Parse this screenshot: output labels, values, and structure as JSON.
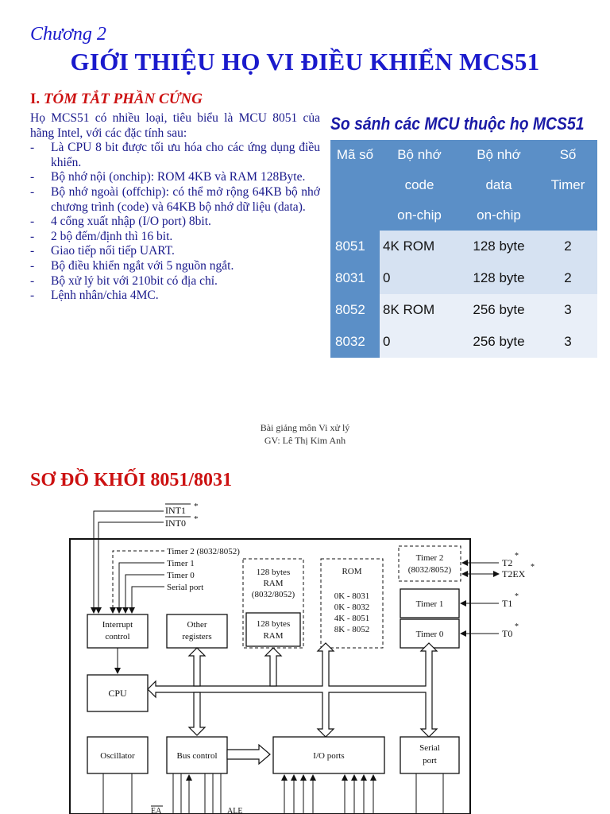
{
  "header": {
    "chapter": "Chương 2",
    "title": "GIỚI THIỆU HỌ VI ĐIỀU KHIỂN MCS51"
  },
  "section": {
    "number": "I.",
    "title": "TÓM TẮT PHẦN CỨNG"
  },
  "intro": {
    "lead": "Họ MCS51 có nhiều loại, tiêu biểu là MCU 8051 của hãng Intel, với các đặc tính sau:",
    "bullets": [
      "Là CPU 8 bit được tối ưu hóa cho các ứng dụng điều khiển.",
      "Bộ nhớ nội (onchip): ROM 4KB và RAM 128Byte.",
      "Bộ nhớ ngoài (offchip): có thể mở rộng 64KB bộ nhớ chương trình (code) và 64KB bộ nhớ dữ liệu (data).",
      "4 cổng xuất nhập (I/O port) 8bit.",
      "2 bộ đếm/định thì 16 bit.",
      "Giao tiếp nối tiếp UART.",
      "Bộ điều khiển ngắt với 5 nguồn ngắt.",
      "Bộ xử lý bit với 210bit có địa chỉ.",
      "Lệnh nhân/chia 4MC."
    ],
    "bullet_marker": "-"
  },
  "comparison": {
    "title": "So sánh các MCU thuộc họ MCS51",
    "headers": [
      [
        "Mã số"
      ],
      [
        "Bộ nhớ",
        "code",
        "on-chip"
      ],
      [
        "Bộ nhớ",
        "data",
        "on-chip"
      ],
      [
        "Số",
        "Timer"
      ]
    ],
    "rows": [
      [
        "8051",
        "4K ROM",
        "128 byte",
        "2"
      ],
      [
        "8031",
        "0",
        "128 byte",
        "2"
      ],
      [
        "8052",
        "8K ROM",
        "256 byte",
        "3"
      ],
      [
        "8032",
        "0",
        "256 byte",
        "3"
      ]
    ],
    "colors": {
      "header": "#5b8fc7",
      "row_a": "#d6e2f2",
      "row_b": "#e9eff8"
    }
  },
  "footer": {
    "line1": "Bài giảng môn Vi xử lý",
    "line2": "GV: Lê Thị Kim Anh"
  },
  "block_diagram": {
    "title": "SƠ ĐỒ KHỐI 8051/8031",
    "interrupt_inputs": [
      "INT1",
      "INT0"
    ],
    "star": "*",
    "timer_sources": [
      "Timer 2 (8032/8052)",
      "Timer 1",
      "Timer 0",
      "Serial port"
    ],
    "blocks": {
      "interrupt": [
        "Interrupt",
        "control"
      ],
      "other_registers": [
        "Other",
        "registers"
      ],
      "ram_ext": [
        "128 bytes",
        "RAM",
        "(8032/8052)"
      ],
      "ram": [
        "128 bytes",
        "RAM"
      ],
      "rom_title": "ROM",
      "rom_lines": [
        "0K - 8031",
        "0K - 8032",
        "4K - 8051",
        "8K - 8052"
      ],
      "timer2": [
        "Timer 2",
        "(8032/8052)"
      ],
      "timer1": "Timer 1",
      "timer0": "Timer 0",
      "cpu": "CPU",
      "oscillator": "Oscillator",
      "bus_control": "Bus control",
      "io_ports": "I/O ports",
      "serial_port": [
        "Serial",
        "port"
      ]
    },
    "external_pins": [
      "T2",
      "T2EX",
      "T1",
      "T0"
    ],
    "bottom_labels": [
      "EA",
      "ALE"
    ]
  }
}
